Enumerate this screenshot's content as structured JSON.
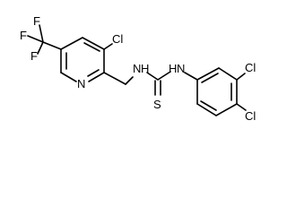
{
  "molecule": {
    "atoms": {
      "f1": "F",
      "f2": "F",
      "f3": "F",
      "cl_pyridine": "Cl",
      "n_pyridine": "N",
      "nh_left": "N",
      "h_left": "H",
      "nh_right": "N",
      "h_right": "H",
      "s": "S",
      "cl_meta": "Cl",
      "cl_para": "Cl"
    }
  }
}
